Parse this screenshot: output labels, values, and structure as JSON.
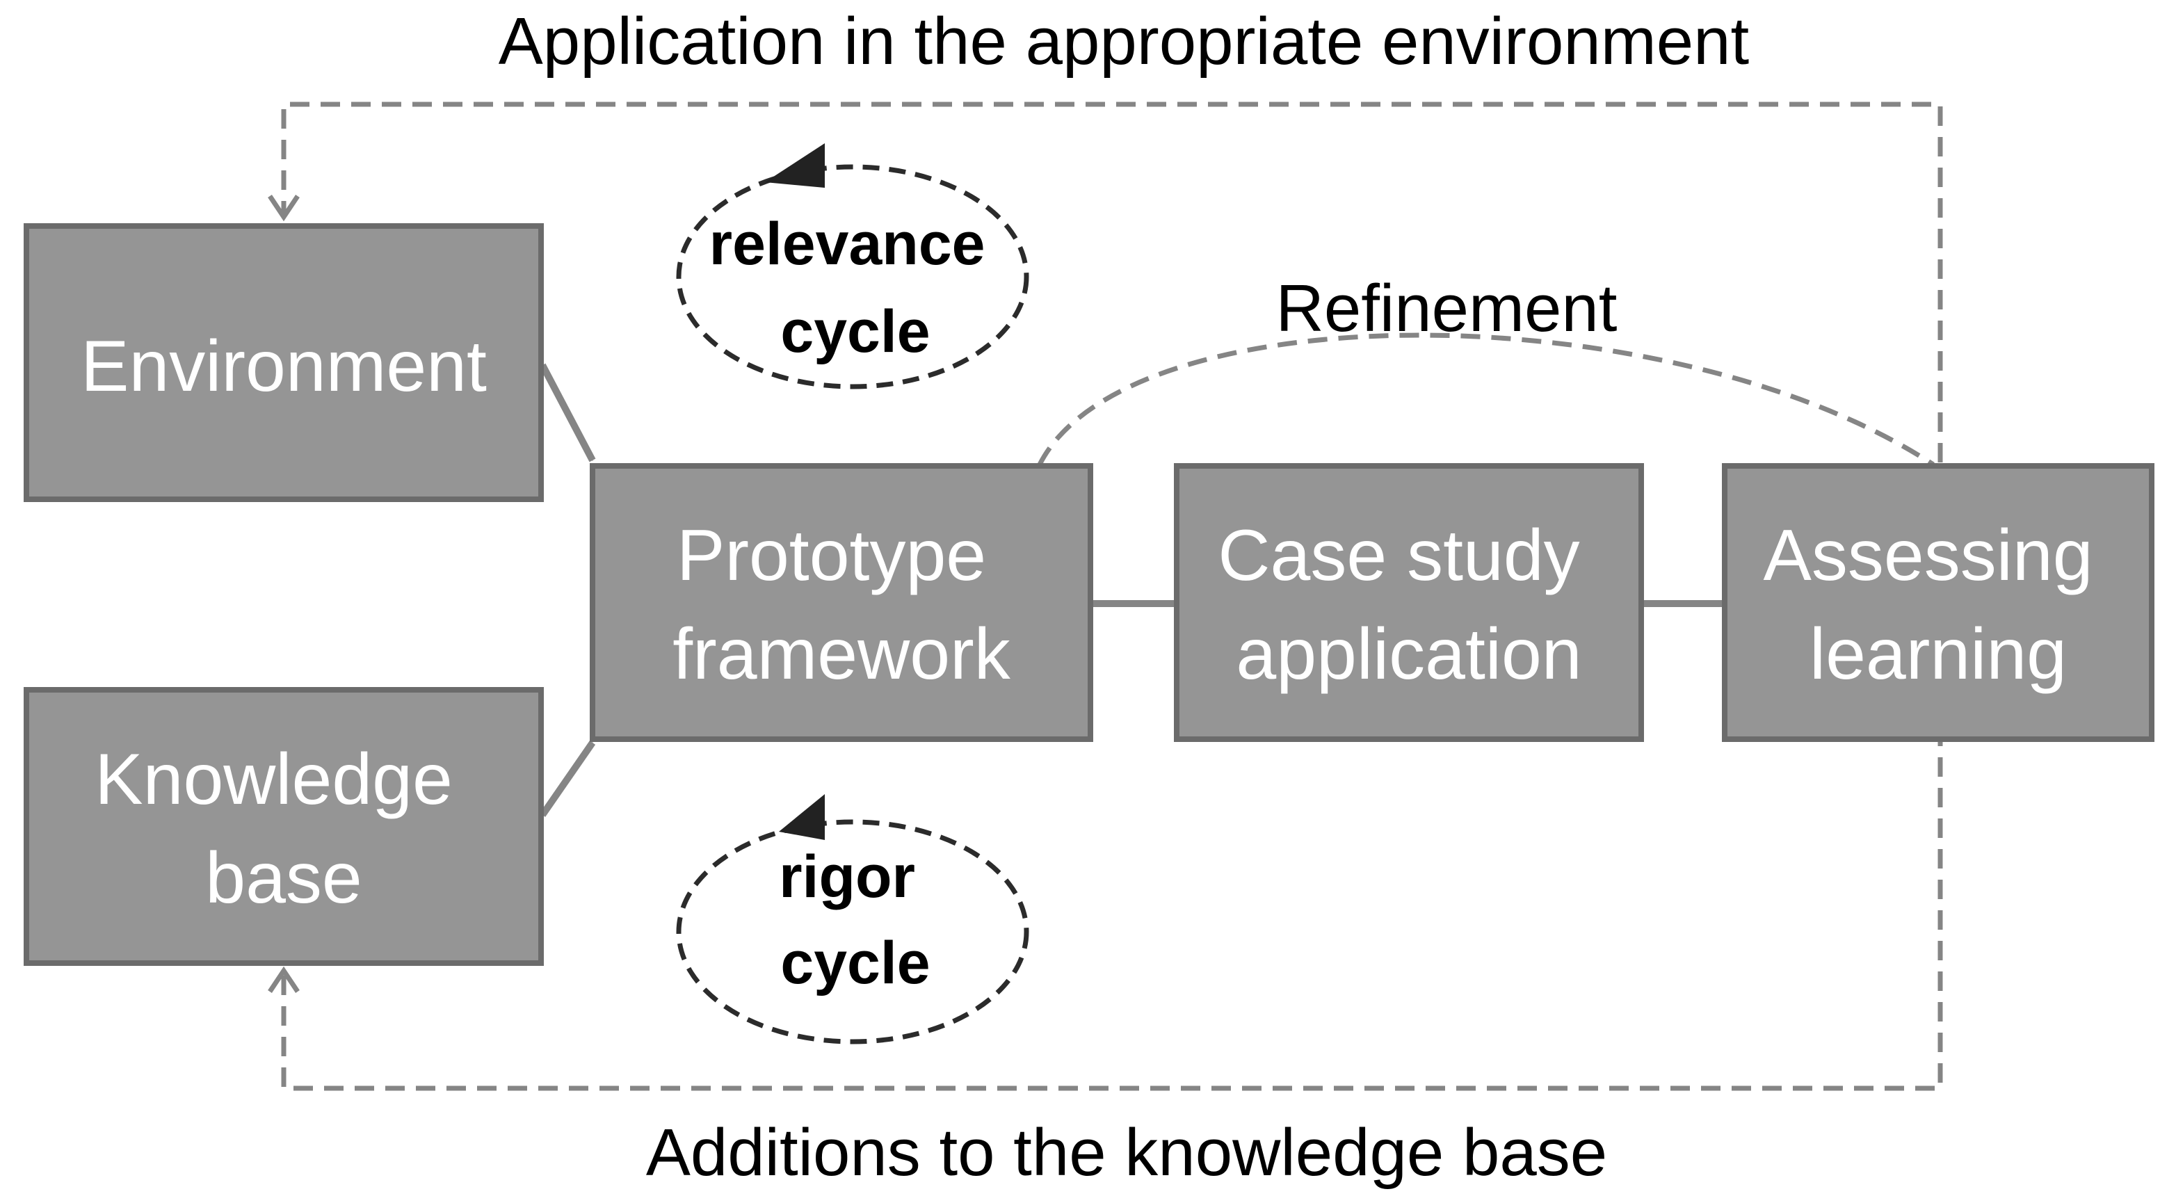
{
  "captions": {
    "top": "Application in the appropriate environment",
    "bottom": "Additions to the knowledge base",
    "refinement": "Refinement"
  },
  "boxes": {
    "environment": [
      "Environment"
    ],
    "knowledge_base": [
      "Knowledge",
      "base"
    ],
    "prototype": [
      "Prototype",
      "framework"
    ],
    "case_study": [
      "Case study",
      "application"
    ],
    "assessing": [
      "Assessing",
      "learning"
    ]
  },
  "cycles": {
    "relevance": [
      "relevance",
      "cycle"
    ],
    "rigor": [
      "rigor",
      "cycle"
    ]
  },
  "colors": {
    "box_fill": "#959595",
    "box_stroke": "#6b6b6b",
    "box_text": "#ffffff",
    "connector": "#858585",
    "cycle_stroke": "#2b2b2b"
  }
}
